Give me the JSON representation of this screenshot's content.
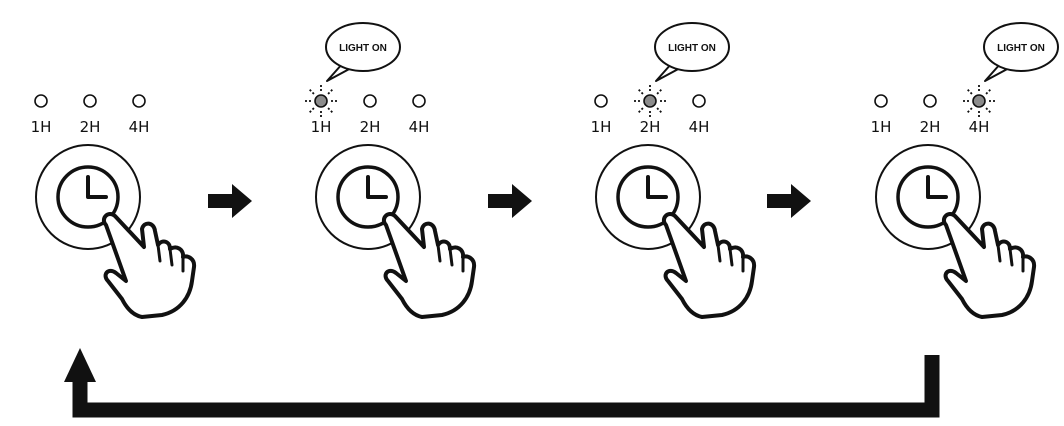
{
  "timer_labels": [
    "1H",
    "2H",
    "4H"
  ],
  "bubble_text": "LIGHT ON",
  "steps": [
    {
      "lit": null
    },
    {
      "lit": 0
    },
    {
      "lit": 1
    },
    {
      "lit": 2
    }
  ],
  "colors": {
    "stroke": "#111111",
    "lit_led": "#8c8c8c",
    "unlit_led": "#ffffff"
  },
  "icons": {
    "button": "clock-icon",
    "hand": "pointing-hand-icon",
    "step_arrow": "arrow-right-icon",
    "loop": "return-arrow-icon"
  }
}
